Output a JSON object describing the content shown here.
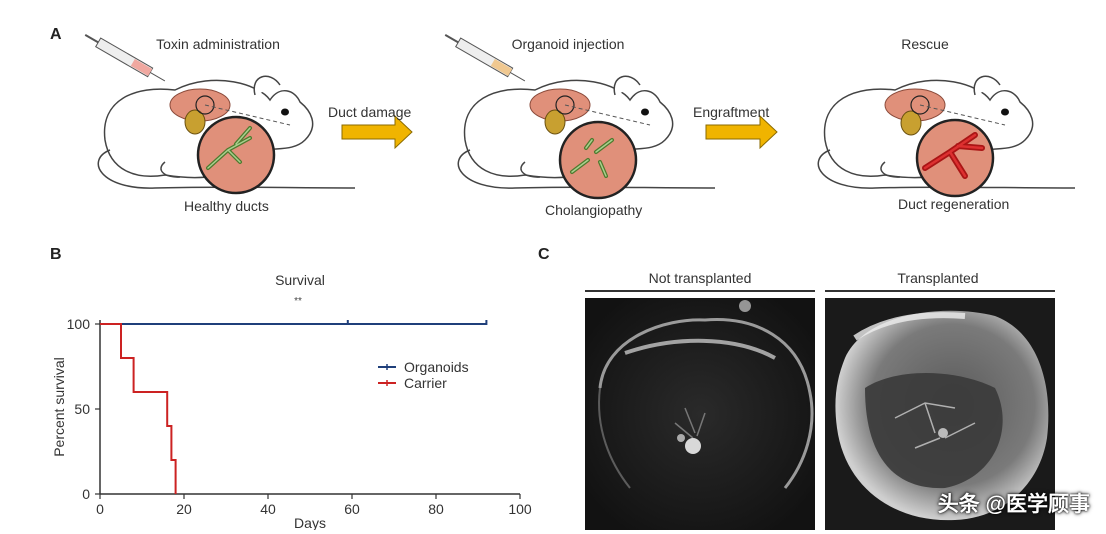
{
  "panels": {
    "A": {
      "letter": "A",
      "stages": [
        {
          "title": "Toxin administration",
          "caption": "Healthy ducts"
        },
        {
          "title": "Organoid injection",
          "caption": "Cholangiopathy"
        },
        {
          "title": "Rescue",
          "caption": "Duct regeneration"
        }
      ],
      "arrows": [
        {
          "label": "Duct damage"
        },
        {
          "label": "Engraftment"
        }
      ],
      "colors": {
        "liver": "#e0907a",
        "bile": "#6a9a4a",
        "regenerated": "#cc2222",
        "arrow": "#f0b400"
      }
    },
    "B": {
      "letter": "B",
      "title": "Survival",
      "significance": "**"
    },
    "C": {
      "letter": "C",
      "images": [
        {
          "title": "Not transplanted"
        },
        {
          "title": "Transplanted"
        }
      ]
    }
  },
  "chart_data": {
    "type": "line",
    "title": "Survival",
    "xlabel": "Days",
    "ylabel": "Percent survival",
    "xlim": [
      0,
      100
    ],
    "ylim": [
      0,
      100
    ],
    "xticks": [
      0,
      20,
      40,
      60,
      80,
      100
    ],
    "yticks": [
      0,
      50,
      100
    ],
    "legend_position": "right",
    "series": [
      {
        "name": "Organoids",
        "color": "#1f3f7a",
        "step": true,
        "points": [
          [
            0,
            100
          ],
          [
            92,
            100
          ]
        ],
        "censored": [
          [
            59,
            100
          ],
          [
            92,
            100
          ]
        ]
      },
      {
        "name": "Carrier",
        "color": "#cc2222",
        "step": true,
        "points": [
          [
            0,
            100
          ],
          [
            5,
            100
          ],
          [
            5,
            80
          ],
          [
            8,
            80
          ],
          [
            8,
            60
          ],
          [
            16,
            60
          ],
          [
            16,
            40
          ],
          [
            17,
            40
          ],
          [
            17,
            20
          ],
          [
            18,
            20
          ],
          [
            18,
            0
          ]
        ]
      }
    ]
  },
  "watermark": "头条 @医学顾事"
}
